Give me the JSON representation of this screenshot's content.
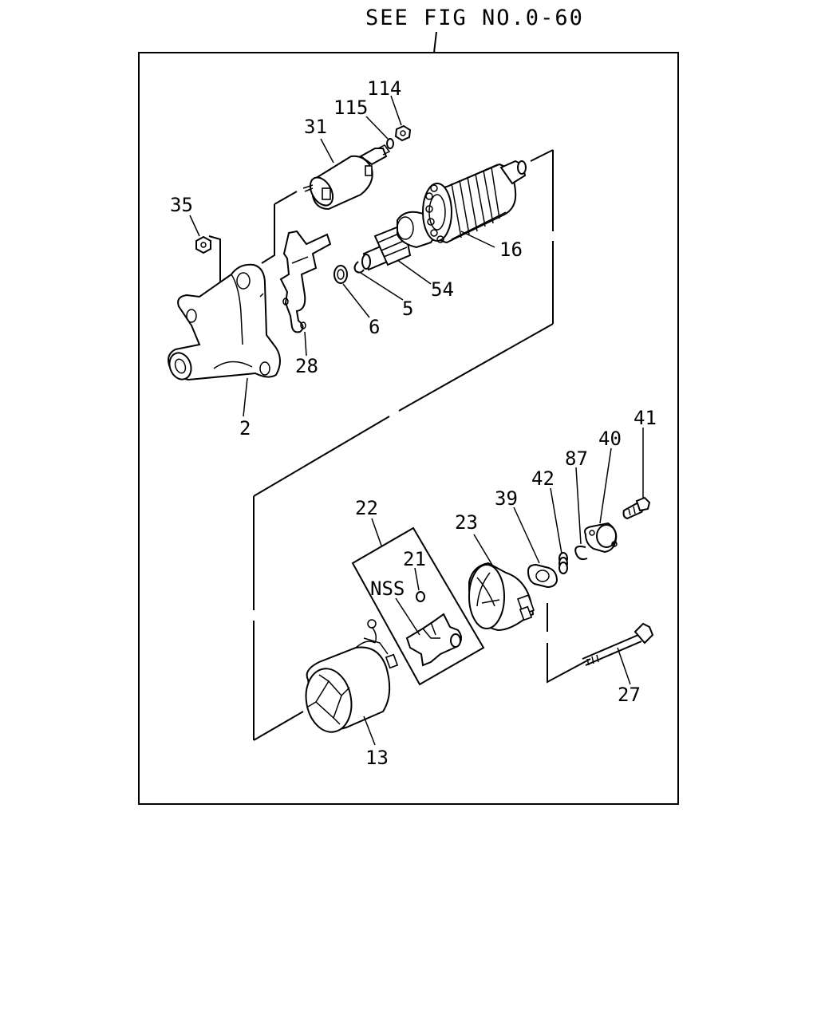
{
  "reference_note": "SEE FIG NO.0-60",
  "callouts": {
    "c114": "114",
    "c115": "115",
    "c31": "31",
    "c35": "35",
    "c16": "16",
    "c54": "54",
    "c5": "5",
    "c6": "6",
    "c28": "28",
    "c2": "2",
    "c41": "41",
    "c40": "40",
    "c87": "87",
    "c42": "42",
    "c39": "39",
    "c23": "23",
    "c22": "22",
    "c21": "21",
    "nss": "NSS",
    "c27": "27",
    "c13": "13"
  }
}
